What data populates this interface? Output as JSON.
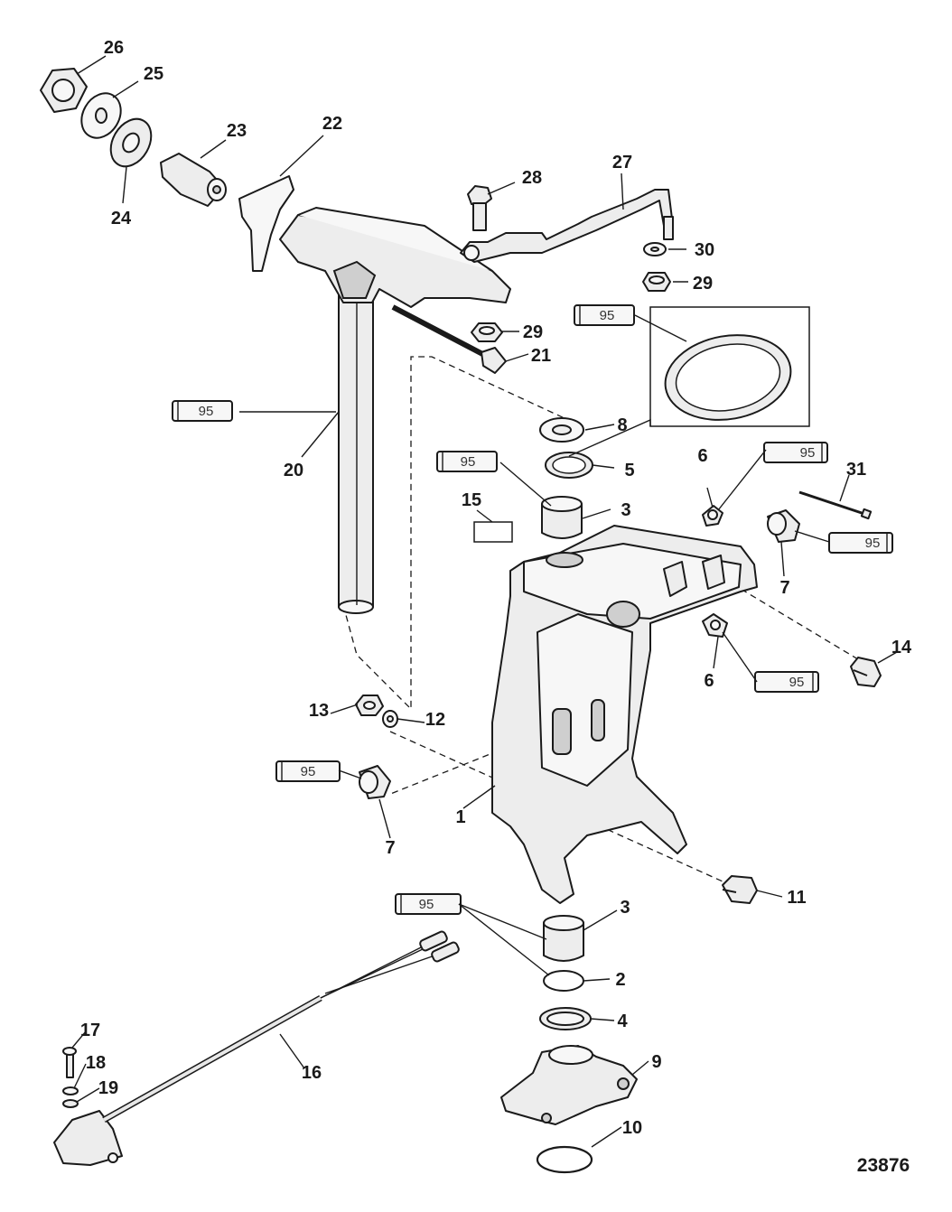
{
  "figure_number": "23876",
  "lubricant_code": "95",
  "callouts": [
    "1",
    "2",
    "3",
    "3",
    "4",
    "5",
    "6",
    "6",
    "7",
    "7",
    "8",
    "9",
    "10",
    "11",
    "12",
    "13",
    "14",
    "15",
    "16",
    "17",
    "18",
    "19",
    "20",
    "21",
    "22",
    "23",
    "24",
    "25",
    "26",
    "27",
    "28",
    "29",
    "29",
    "30",
    "31"
  ]
}
